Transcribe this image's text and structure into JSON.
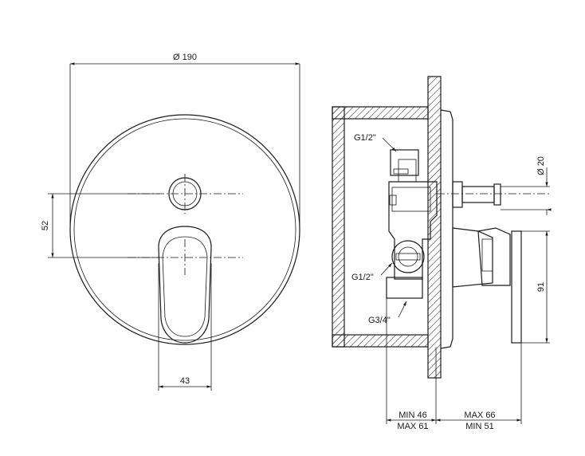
{
  "front_view": {
    "diameter_label": "Ø 190",
    "spacing_label": "52",
    "lever_width_label": "43"
  },
  "side_view": {
    "inlet_top_label": "G1/2\"",
    "inlet_bottom_label": "G1/2\"",
    "outlet_label": "G3/4\"",
    "spout_diameter_label": "Ø 20",
    "handle_height_label": "91",
    "depth_left_min": "MIN 46",
    "depth_left_max": "MAX 61",
    "depth_right_max": "MAX 66",
    "depth_right_min": "MIN 51"
  },
  "colors": {
    "line": "#1a1a1a",
    "background": "#ffffff"
  }
}
